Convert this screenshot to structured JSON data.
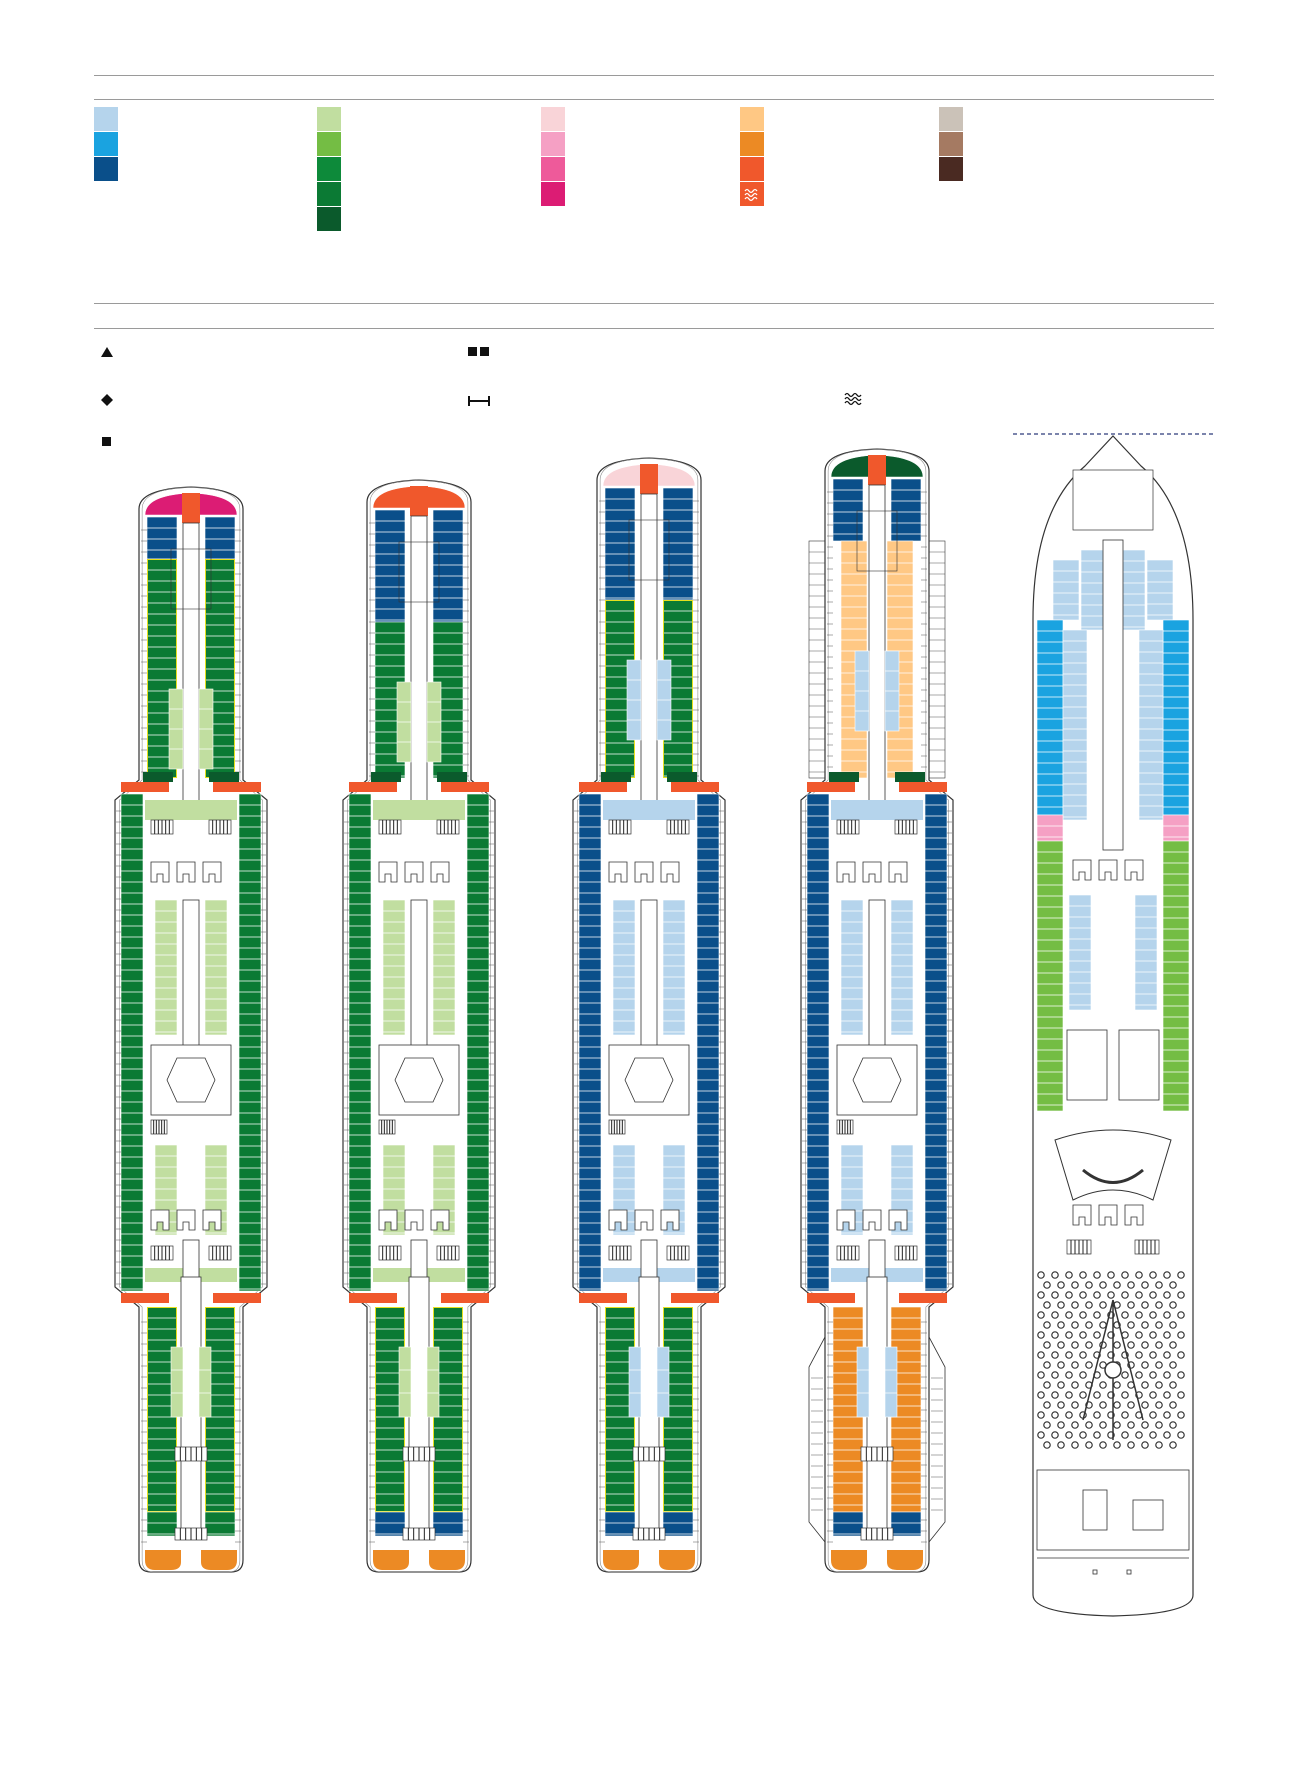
{
  "legend": {
    "colors": {
      "group_blue": [
        "#b5d4ec",
        "#1aa3e0",
        "#0a4f8a"
      ],
      "group_green": [
        "#c1dea0",
        "#74bd44",
        "#0d8a3a",
        "#0b7a34",
        "#0b5a2c"
      ],
      "group_pink": [
        "#f9d4d8",
        "#f5a0c4",
        "#ee5a9a",
        "#dc1c74"
      ],
      "group_orange": [
        "#ffc884",
        "#ec8a24",
        "#f0582c"
      ],
      "group_brown": [
        "#cbc2b8",
        "#a57a62",
        "#4a2a22"
      ]
    },
    "wave_swatch_icon": "wave-icon",
    "symbols": [
      "triangle-icon",
      "diamond-icon",
      "square-icon",
      "double-square-icon",
      "connecting-bar-icon",
      "wave-icon"
    ]
  },
  "colors": {
    "outline": "#333333",
    "rule": "#9a9a9a",
    "bow_marker_line": "#2c3a7a",
    "red_orange": "#f0582c",
    "orange": "#ec8a24",
    "peach": "#ffc884",
    "light_blue": "#b5d4ec",
    "medium_blue": "#1aa3e0",
    "dark_blue": "#0a4f8a",
    "light_green": "#c1dea0",
    "bright_green": "#74bd44",
    "dark_green": "#0b7a34",
    "darkest_green": "#0b5a2c",
    "magenta": "#dc1c74",
    "pink": "#f5a0c4",
    "pale_pink": "#f9d4d8",
    "yellow_outline": "#e6e01e"
  },
  "decks": [
    {
      "id": "deck-1",
      "forward_color": "magenta",
      "forward_cabins": "dark_blue",
      "mid_cabins": "dark_green",
      "outer_cabins": "dark_green",
      "inner_cabins": "light_green",
      "aft_cabins": "dark_green",
      "aft_bottom": "dark_green"
    },
    {
      "id": "deck-2",
      "forward_color": "red_orange",
      "forward_cabins": "dark_blue",
      "mid_cabins": "dark_green",
      "outer_cabins": "dark_green",
      "inner_cabins": "light_green",
      "aft_cabins": "dark_green",
      "aft_bottom": "dark_blue"
    },
    {
      "id": "deck-3",
      "forward_color": "pale_pink",
      "forward_cabins": "dark_blue",
      "mid_cabins": "dark_green",
      "outer_cabins": "dark_blue",
      "inner_cabins": "light_blue",
      "aft_cabins": "dark_green",
      "aft_bottom": "dark_blue"
    },
    {
      "id": "deck-4",
      "forward_color": "darkest_green",
      "forward_cabins": "dark_blue",
      "mid_cabins": "peach",
      "outer_cabins": "dark_blue",
      "inner_cabins": "light_blue",
      "aft_cabins": "orange",
      "aft_bottom": "dark_blue"
    },
    {
      "id": "deck-5",
      "forward_color": "light_blue",
      "forward_cabins": "light_blue",
      "mid_cabins": "medium_blue",
      "outer_cabins": "bright_green",
      "inner_cabins": "light_blue",
      "aft_cabins": "none",
      "aft_bottom": "none"
    }
  ]
}
